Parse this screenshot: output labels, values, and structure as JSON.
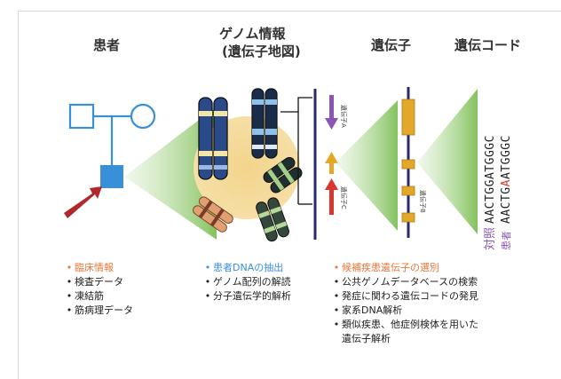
{
  "columns": {
    "patient": "患者",
    "genome_line1": "ゲノム情報",
    "genome_line2": "(遺伝子地図)",
    "gene": "遺伝子",
    "code": "遺伝コード"
  },
  "chromosome_labels": {
    "gene_a": "遺伝子A",
    "gene_c": "遺伝子C",
    "gene_b": "遺伝子B"
  },
  "sequences": {
    "control_label": "対照",
    "control_seq": "AACTGGATGGGC",
    "patient_label": "患者",
    "patient_seq_before": "AACTG",
    "patient_seq_mut": "A",
    "patient_seq_after": "ATGGGC"
  },
  "lists": {
    "patient": [
      "臨床情報",
      "検査データ",
      "凍結筋",
      "筋病理データ"
    ],
    "genome": [
      "患者DNAの抽出",
      "ゲノム配列の解読",
      "分子遺伝学的解析"
    ],
    "gene": [
      "候補疾患遺伝子の選別",
      "公共ゲノムデータベースの検索",
      "発症に関わる遺伝コードの発見",
      "家系DNA解析",
      "類似疾患、他症例検体を用いた",
      "遺伝子解析"
    ]
  },
  "colors": {
    "pedigree": "#3a8fd9",
    "arrow_red": "#b0282a",
    "green": "#6aab3c",
    "gene_orange": "#e3a829",
    "chrom_line": "#2a2a6a",
    "highlight_orange": "#e8763a",
    "highlight_blue": "#3a8fd9",
    "control_purple": "#8a55b5"
  }
}
